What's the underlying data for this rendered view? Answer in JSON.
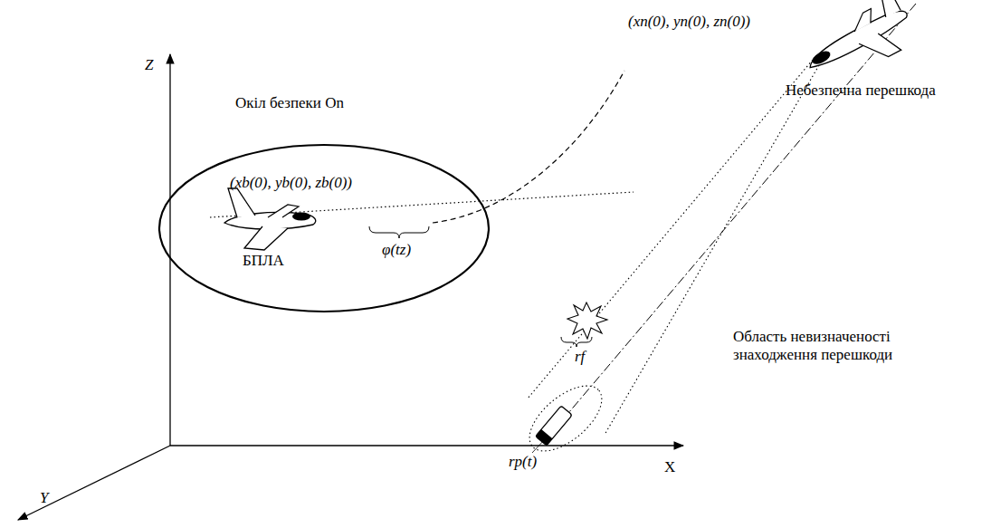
{
  "diagram": {
    "nodes": [
      {
        "text": [
          "Окіл безпеки On",
          "(xb(0), yb(0), zb(0))",
          "БПЛА"
        ]
      }
    ],
    "labels": [
      "Z",
      "X",
      "Y",
      "(xn(0), yn(0), zn(0))",
      "Небезпечна перешкода",
      "φ(tz)",
      "rf",
      "rp(t)",
      "Область невизначеності знаходження перешкоди"
    ]
  }
}
